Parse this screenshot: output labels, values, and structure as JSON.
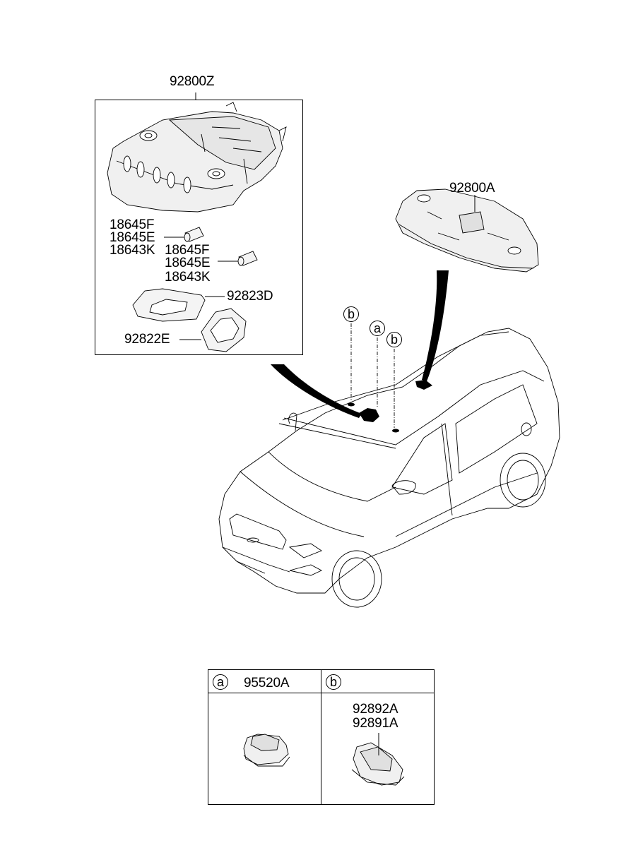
{
  "diagram": {
    "title": "Room Lamp / Overhead Console Parts Diagram",
    "assembly_box": {
      "part_number": "92800Z",
      "bulb_set_1": [
        "18645F",
        "18645E",
        "18643K"
      ],
      "bulb_set_2": [
        "18645F",
        "18645E",
        "18643K"
      ],
      "lens_part": "92823D",
      "bezel_part": "92822E"
    },
    "right_lamp": {
      "part_number": "92800A"
    },
    "callouts": {
      "b_left": "b",
      "a": "a",
      "b_right": "b"
    },
    "legend_table": {
      "col_a": {
        "key": "a",
        "part_number": "95520A"
      },
      "col_b": {
        "key": "b",
        "part_numbers": [
          "92892A",
          "92891A"
        ]
      }
    },
    "colors": {
      "line": "#000000",
      "background": "#ffffff",
      "part_fill": "#f0f0f0"
    }
  }
}
